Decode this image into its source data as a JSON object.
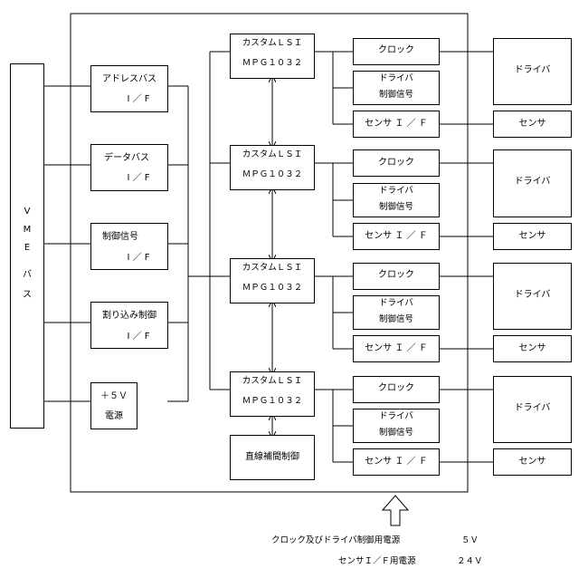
{
  "vme": {
    "label_1": "V",
    "label_2": "M",
    "label_3": "E",
    "label_4": "バ",
    "label_5": "ス"
  },
  "interfaces": [
    {
      "line1": "アドレスバス",
      "line2": "I ／ F"
    },
    {
      "line1": "データバス",
      "line2": "I ／ F"
    },
    {
      "line1": "制御信号",
      "line2": "I ／ F"
    },
    {
      "line1": "割り込み制御",
      "line2": "I ／ F"
    },
    {
      "line1": "＋５Ｖ",
      "line2": "電源"
    }
  ],
  "lsi": {
    "line1": "カスタムＬＳＩ",
    "line2": "ＭＰＧ１０３２"
  },
  "interp": {
    "label": "直線補間制御"
  },
  "channel": {
    "clock": "クロック",
    "drv_sig_1": "ドライバ",
    "drv_sig_2": "制御信号",
    "sensor_if": "センサ Ｉ ／ Ｆ",
    "driver": "ドライバ",
    "sensor": "センサ"
  },
  "power": {
    "line1_label": "クロック及びドライバ制御用電源",
    "line1_value": "５Ｖ",
    "line2_label": "センサＩ／Ｆ用電源",
    "line2_value": "２４Ｖ"
  }
}
